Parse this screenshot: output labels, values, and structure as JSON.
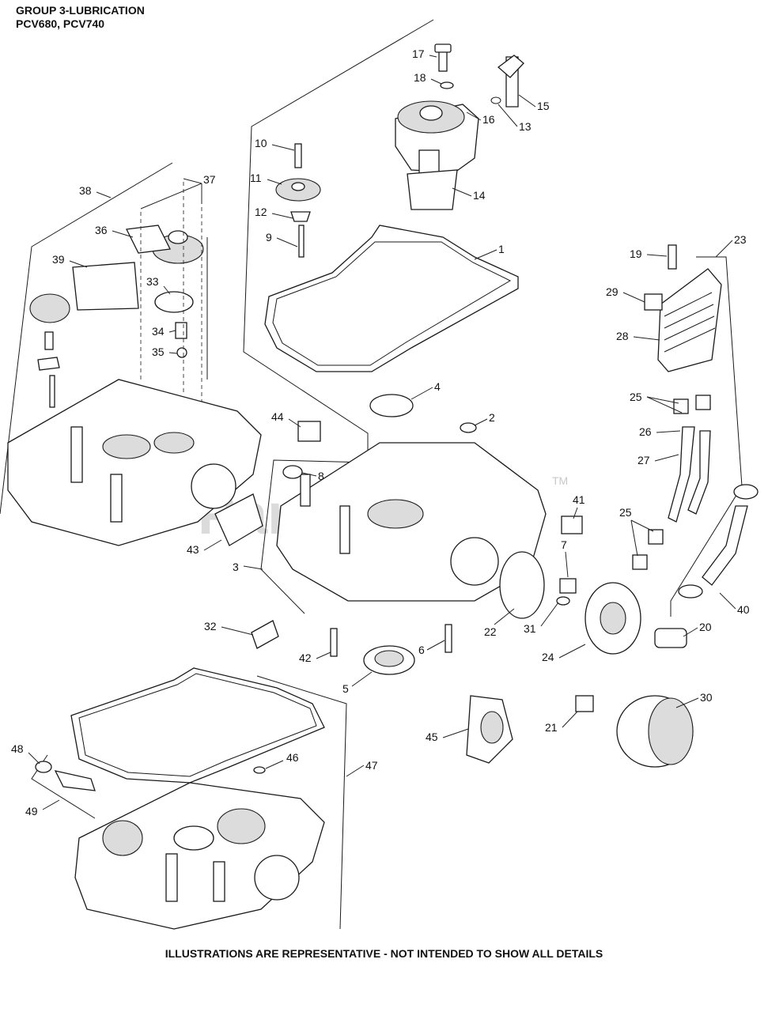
{
  "header": {
    "title_line1": "GROUP 3-LUBRICATION",
    "title_line2": "PCV680, PCV740"
  },
  "footer": {
    "note": "ILLUSTRATIONS ARE REPRESENTATIVE - NOT INTENDED TO SHOW ALL DETAILS"
  },
  "watermark": {
    "text": "PartsTree",
    "trademark": "TM"
  },
  "callouts": [
    "1",
    "2",
    "3",
    "4",
    "5",
    "6",
    "7",
    "8",
    "9",
    "10",
    "11",
    "12",
    "13",
    "14",
    "15",
    "16",
    "17",
    "18",
    "19",
    "20",
    "21",
    "22",
    "23",
    "24",
    "25",
    "25",
    "26",
    "27",
    "28",
    "29",
    "30",
    "31",
    "32",
    "33",
    "34",
    "35",
    "36",
    "37",
    "38",
    "39",
    "40",
    "41",
    "42",
    "43",
    "44",
    "45",
    "46",
    "47",
    "48",
    "49"
  ]
}
